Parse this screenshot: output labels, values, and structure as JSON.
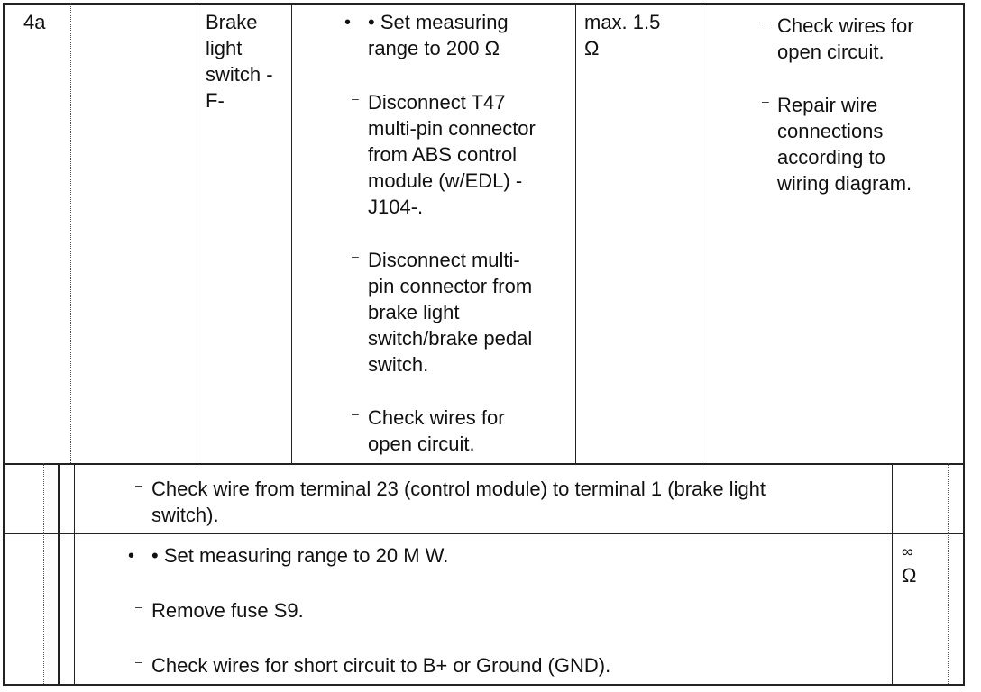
{
  "row1": {
    "step_no": "4a",
    "component": [
      "Brake",
      "light",
      "switch -",
      "F-"
    ],
    "procedure": [
      {
        "marker": "•",
        "lines": [
          "• Set measuring",
          "range to 200 Ω"
        ]
      },
      {
        "marker": "–",
        "lines": [
          "Disconnect T47",
          "multi-pin connector",
          "from ABS control",
          "module (w/EDL) -",
          "J104-."
        ]
      },
      {
        "marker": "–",
        "lines": [
          "Disconnect multi-",
          "pin connector from",
          "brake light",
          "switch/brake pedal",
          "switch."
        ]
      },
      {
        "marker": "–",
        "lines": [
          "Check wires for",
          "open circuit."
        ]
      }
    ],
    "spec": [
      "max. 1.5",
      "Ω"
    ],
    "remedy": [
      {
        "marker": "–",
        "lines": [
          "Check wires for",
          "open circuit."
        ]
      },
      {
        "marker": "–",
        "lines": [
          "Repair wire",
          "connections",
          "according to",
          "wiring diagram."
        ]
      }
    ]
  },
  "row2": {
    "step": {
      "marker": "–",
      "lines": [
        "Check wire from terminal 23 (control module) to terminal 1 (brake light",
        "switch)."
      ]
    }
  },
  "row3": {
    "steps": [
      {
        "marker": "•",
        "lines": [
          "• Set measuring range to 20 M W."
        ]
      },
      {
        "marker": "–",
        "lines": [
          "Remove fuse S9."
        ]
      },
      {
        "marker": "–",
        "lines": [
          "Check wires for short circuit to B+ or Ground (GND)."
        ]
      }
    ],
    "spec": [
      "∞",
      "Ω"
    ]
  }
}
